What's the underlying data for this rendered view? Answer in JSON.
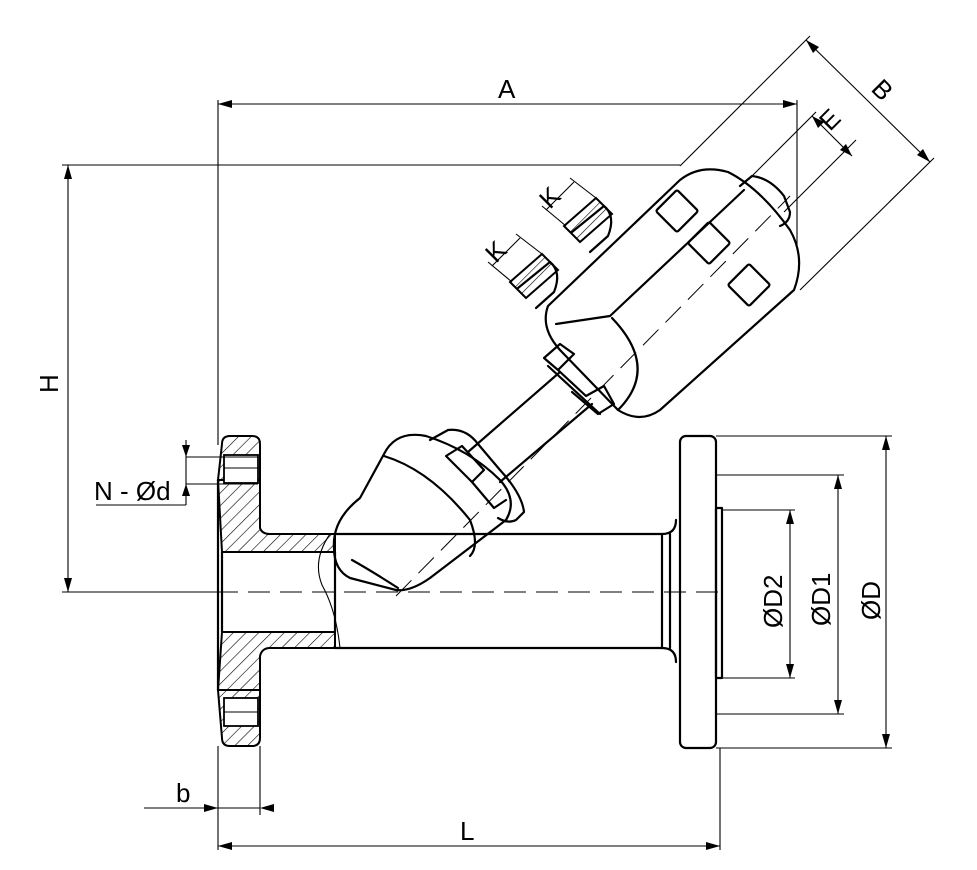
{
  "diagram": {
    "labels": {
      "A": "A",
      "B": "B",
      "E": "E",
      "K1": "K",
      "K2": "K",
      "H": "H",
      "Nd": "N - Ød",
      "D2": "ØD2",
      "D1": "ØD1",
      "D": "ØD",
      "b": "b",
      "L": "L"
    }
  }
}
